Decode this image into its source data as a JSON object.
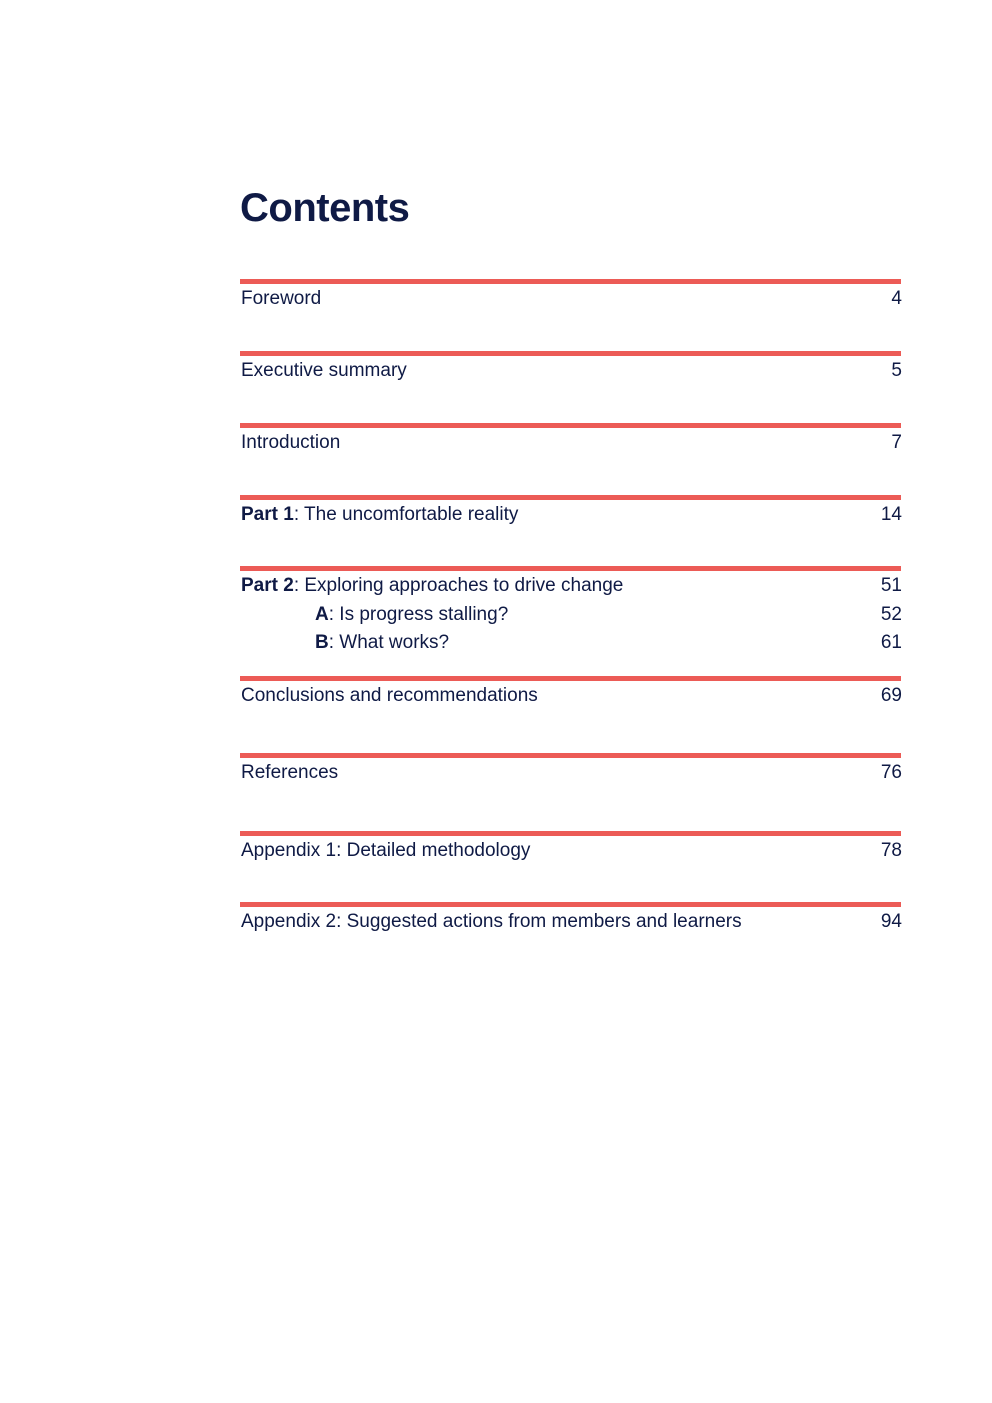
{
  "title": "Contents",
  "entries": {
    "foreword": {
      "label": "Foreword",
      "page": "4"
    },
    "executive_summary": {
      "label": "Executive summary",
      "page": "5"
    },
    "introduction": {
      "label": "Introduction",
      "page": "7"
    },
    "part1": {
      "prefix": "Part 1",
      "label": ": The uncomfortable reality",
      "page": "14"
    },
    "part2": {
      "prefix": "Part 2",
      "label": ": Exploring approaches to drive change",
      "page": "51"
    },
    "part2a": {
      "prefix": "A",
      "label": ": Is progress stalling?",
      "page": "52"
    },
    "part2b": {
      "prefix": "B",
      "label": ": What works?",
      "page": "61"
    },
    "conclusions": {
      "label": "Conclusions and recommendations",
      "page": "69"
    },
    "references": {
      "label": "References",
      "page": "76"
    },
    "appendix1": {
      "label": "Appendix 1: Detailed methodology",
      "page": "78"
    },
    "appendix2": {
      "label": "Appendix 2: Suggested actions from members and learners",
      "page": "94"
    }
  },
  "colors": {
    "rule": "#ec5b56",
    "text": "#0f1a45"
  }
}
